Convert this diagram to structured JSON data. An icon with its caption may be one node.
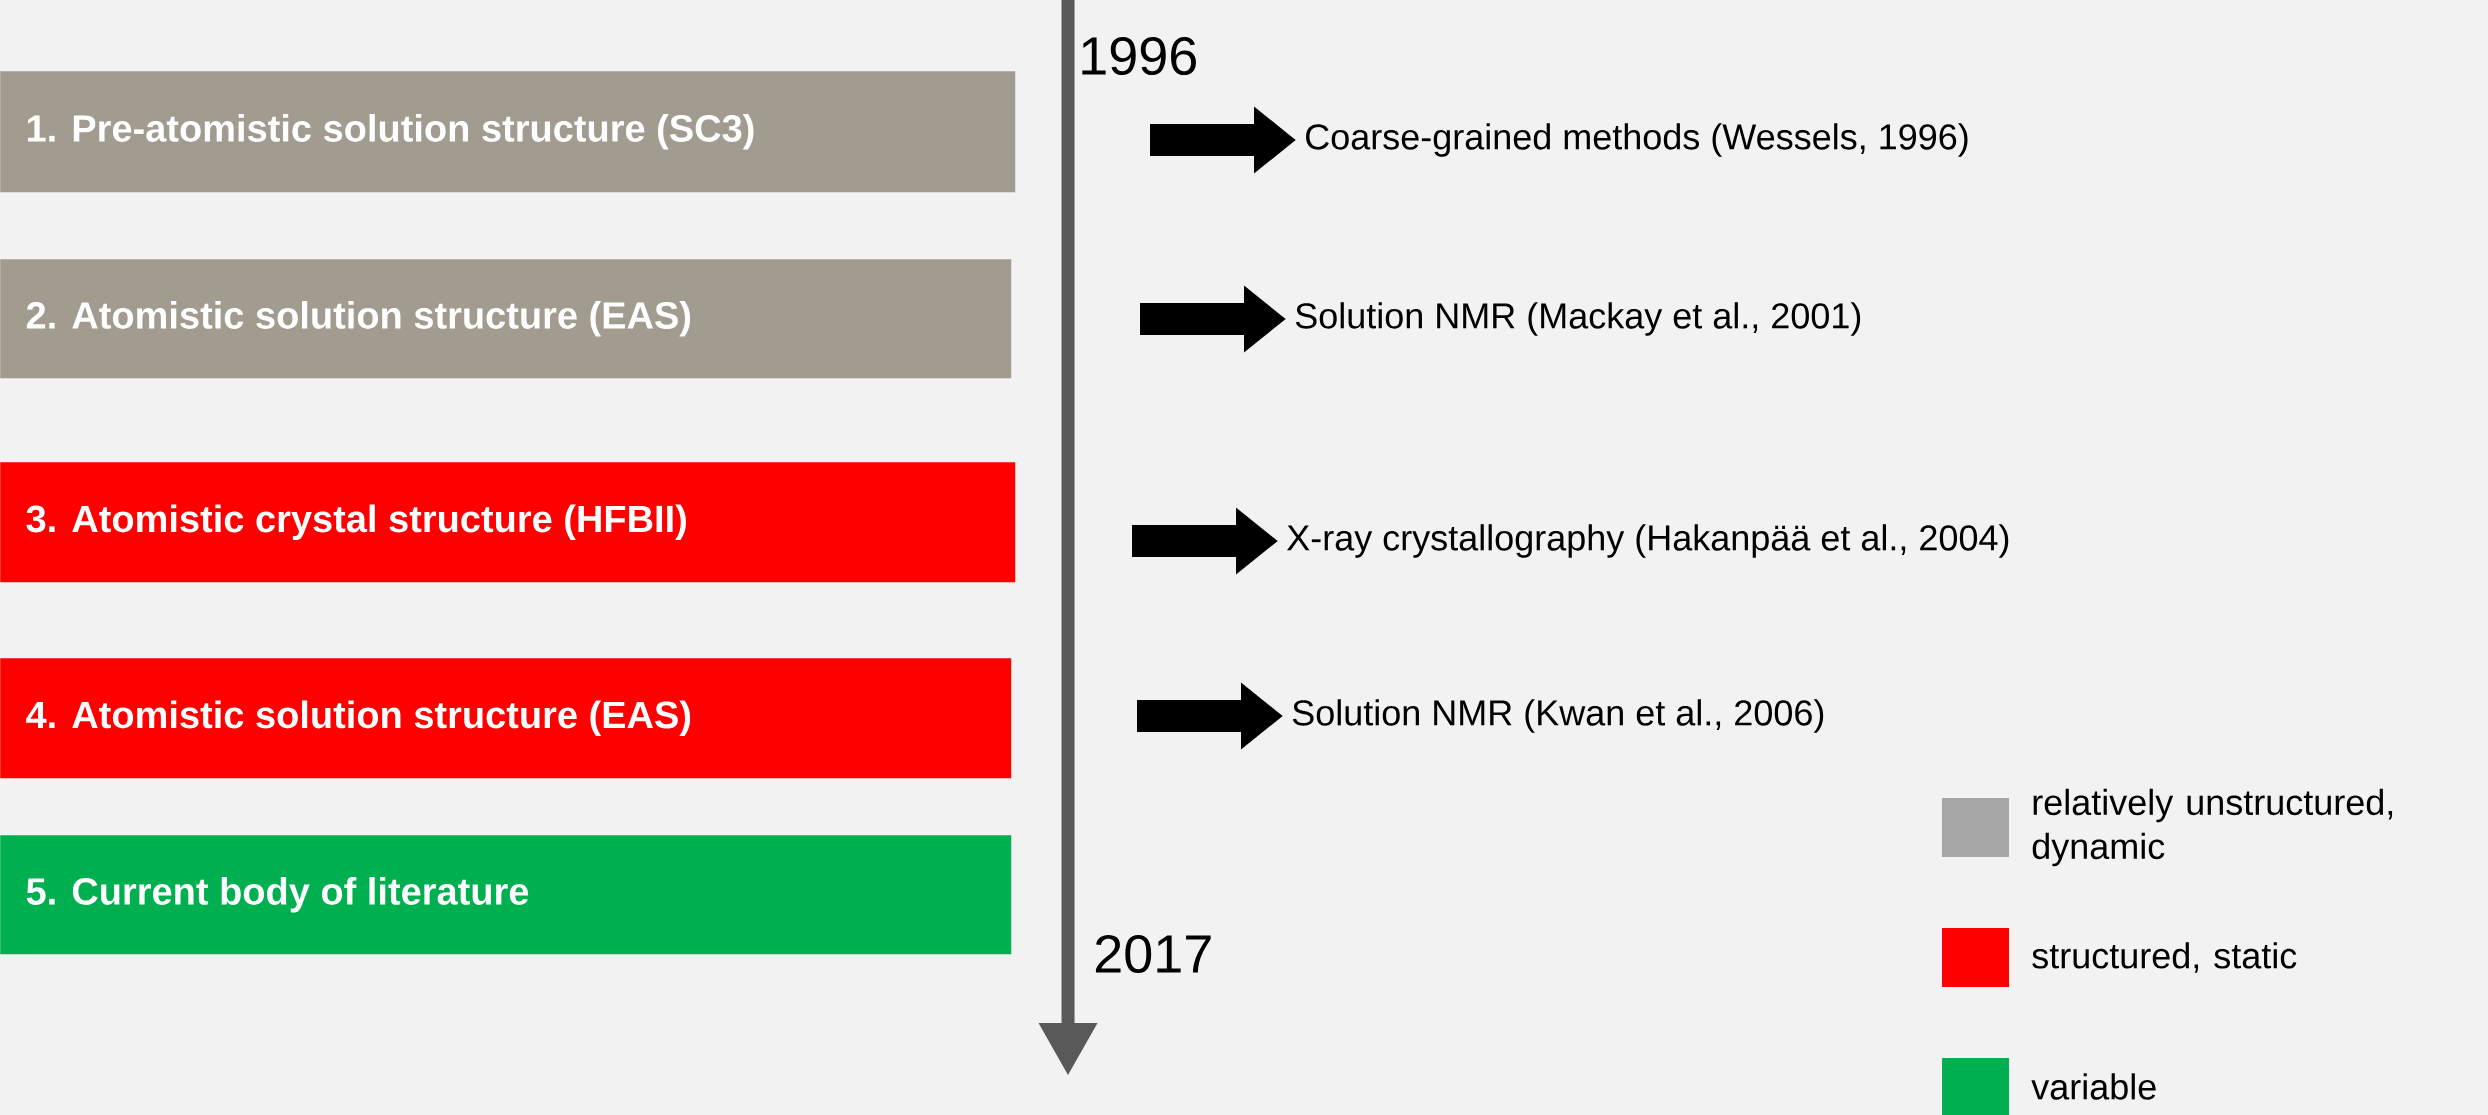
{
  "diagram": {
    "nodes": [
      {
        "text": [
          "1. Pre-atomistic solution structure (SC3)"
        ]
      },
      {
        "text": [
          "2.  Atomistic solution structure (EAS)"
        ]
      },
      {
        "text": [
          "3.  Atomistic crystal structure (HFBII)"
        ]
      },
      {
        "text": [
          "4.  Atomistic solution structure (EAS)"
        ]
      },
      {
        "text": [
          "5. Current body of literature"
        ]
      },
      {
        "text": [
          "Coarse-grained methods (Wessels, 1996)"
        ]
      },
      {
        "text": [
          "Solution NMR (Mackay et al., 2001)"
        ]
      },
      {
        "text": [
          "X-ray crystallography (Hakanpää et al., 2004)"
        ]
      },
      {
        "text": [
          "Solution NMR (Kwan et al., 2006)"
        ]
      }
    ],
    "edges": [
      {
        "from": null,
        "to": 5,
        "arrow": "to"
      },
      {
        "from": null,
        "to": 6,
        "arrow": "to"
      },
      {
        "from": null,
        "to": 7,
        "arrow": "to"
      },
      {
        "from": null,
        "to": 8,
        "arrow": "to"
      }
    ],
    "labels": [
      "1996",
      "2017"
    ],
    "legend": [
      {
        "text": "relatively unstructured, dynamic",
        "color": "#a6a6a6"
      },
      {
        "text": "structured, static",
        "color": "#ff0000"
      },
      {
        "text": "variable",
        "color": "#00b050"
      }
    ]
  }
}
